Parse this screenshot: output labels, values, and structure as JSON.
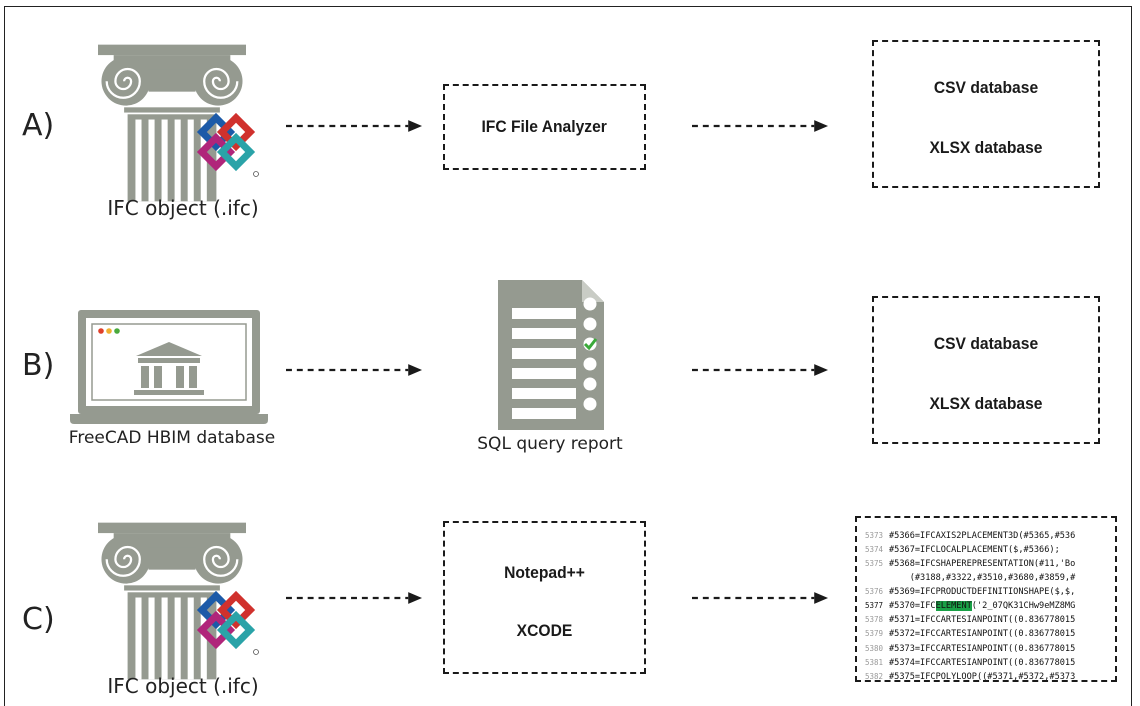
{
  "rows": {
    "a": {
      "label": "A)",
      "source_caption": "IFC object  (.ifc)",
      "tool": "IFC File Analyzer",
      "outputs": [
        "CSV database",
        "XLSX database"
      ]
    },
    "b": {
      "label": "B)",
      "source_caption": "FreeCAD HBIM database",
      "tool": "SQL query report",
      "outputs": [
        "CSV database",
        "XLSX database"
      ]
    },
    "c": {
      "label": "C)",
      "source_caption": "IFC object  (.ifc)",
      "tools": [
        "Notepad++",
        "XCODE"
      ]
    }
  },
  "code_snippet": {
    "lines": [
      {
        "n": "5373",
        "text": "#5366=IFCAXIS2PLACEMENT3D(#5365,#536"
      },
      {
        "n": "5374",
        "text": "#5367=IFCLOCALPLACEMENT($,#5366);"
      },
      {
        "n": "5375",
        "text": "#5368=IFCSHAPEREPRESENTATION(#11,'Bo"
      },
      {
        "n": "",
        "text": "    (#3188,#3322,#3510,#3680,#3859,#"
      },
      {
        "n": "5376",
        "text": "#5369=IFCPRODUCTDEFINITIONSHAPE($,$,"
      },
      {
        "n": "5377",
        "pre": "#5370=IFC",
        "hl": "ELEMENT",
        "post": "('2_07QK31CHw9eMZ8MG"
      },
      {
        "n": "5378",
        "text": "#5371=IFCCARTESIANPOINT((0.836778015"
      },
      {
        "n": "5379",
        "text": "#5372=IFCCARTESIANPOINT((0.836778015"
      },
      {
        "n": "5380",
        "text": "#5373=IFCCARTESIANPOINT((0.836778015"
      },
      {
        "n": "5381",
        "text": "#5374=IFCCARTESIANPOINT((0.836778015"
      },
      {
        "n": "5382",
        "text": "#5375=IFCPOLYLOOP((#5371,#5372,#5373"
      }
    ]
  },
  "colors": {
    "icon_gray": "#959a90",
    "highlight": "#19a046",
    "ifc_blue": "#1c5aa8",
    "ifc_red": "#d0312d",
    "ifc_magenta": "#b0257a",
    "ifc_teal": "#2aa3a8"
  },
  "icons": {
    "column": "ionic-column-icon",
    "ifc_logo": "ifc-logo-icon",
    "laptop": "laptop-museum-icon",
    "report": "checklist-report-icon",
    "arrow": "dashed-arrow-icon"
  }
}
